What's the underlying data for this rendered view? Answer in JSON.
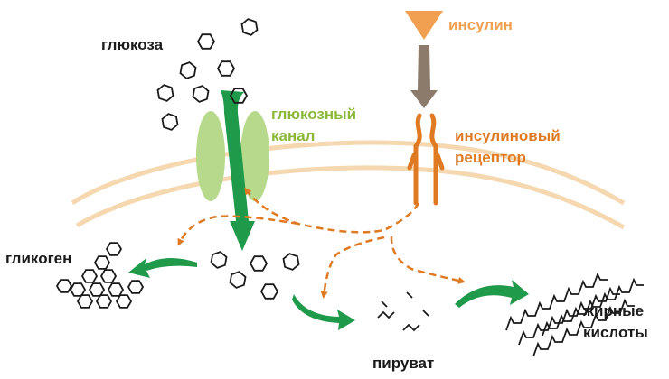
{
  "labels": {
    "glucose": "глюкоза",
    "glucose_channel_line1": "глюкозный",
    "glucose_channel_line2": "канал",
    "insulin": "инсулин",
    "receptor_line1": "инсулиновый",
    "receptor_line2": "рецептор",
    "glycogen": "гликоген",
    "pyruvate": "пируват",
    "fatty_acids_line1": "жирные",
    "fatty_acids_line2": "кислоты"
  },
  "colors": {
    "membrane": "#f5d7b0",
    "channel": "#b7d98b",
    "arrow_green": "#1f9a4a",
    "receptor": "#e07a22",
    "insulin": "#f0a050",
    "insulin_arrow": "#8c7a6a",
    "molecule": "#1a1a1a"
  }
}
